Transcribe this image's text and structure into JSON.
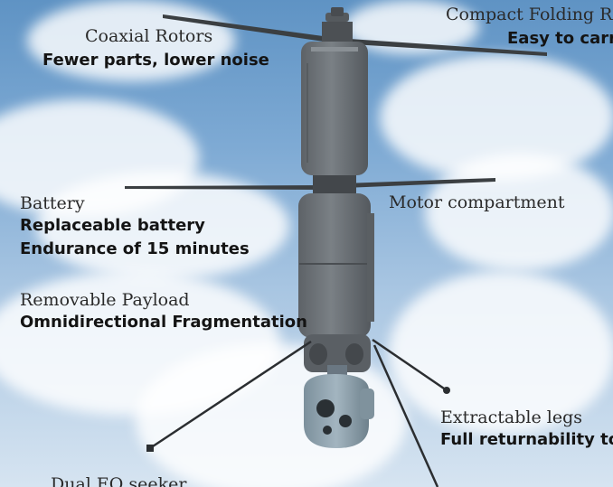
{
  "callouts": {
    "coaxial_rotors": {
      "title": "Coaxial Rotors",
      "detail": "Fewer parts, lower noise"
    },
    "compact_folding": {
      "title": "Compact Folding Ro",
      "detail": "Easy to carry"
    },
    "battery": {
      "title": "Battery",
      "detail_1": "Replaceable battery",
      "detail_2": "Endurance of 15 minutes"
    },
    "motor_compartment": {
      "title": "Motor compartment"
    },
    "removable_payload": {
      "title": "Removable Payload",
      "detail": "Omnidirectional Fragmentation"
    },
    "extractable_legs": {
      "title": "Extractable legs",
      "detail": "Full returnability to c"
    },
    "dual_eo_seeker": {
      "title": "Dual EO seeker"
    }
  },
  "colors": {
    "sky_top": "#5f93c4",
    "sky_bottom": "#d6e4f1",
    "drone_body": "#6f7479",
    "seeker": "#8fa3b0"
  }
}
